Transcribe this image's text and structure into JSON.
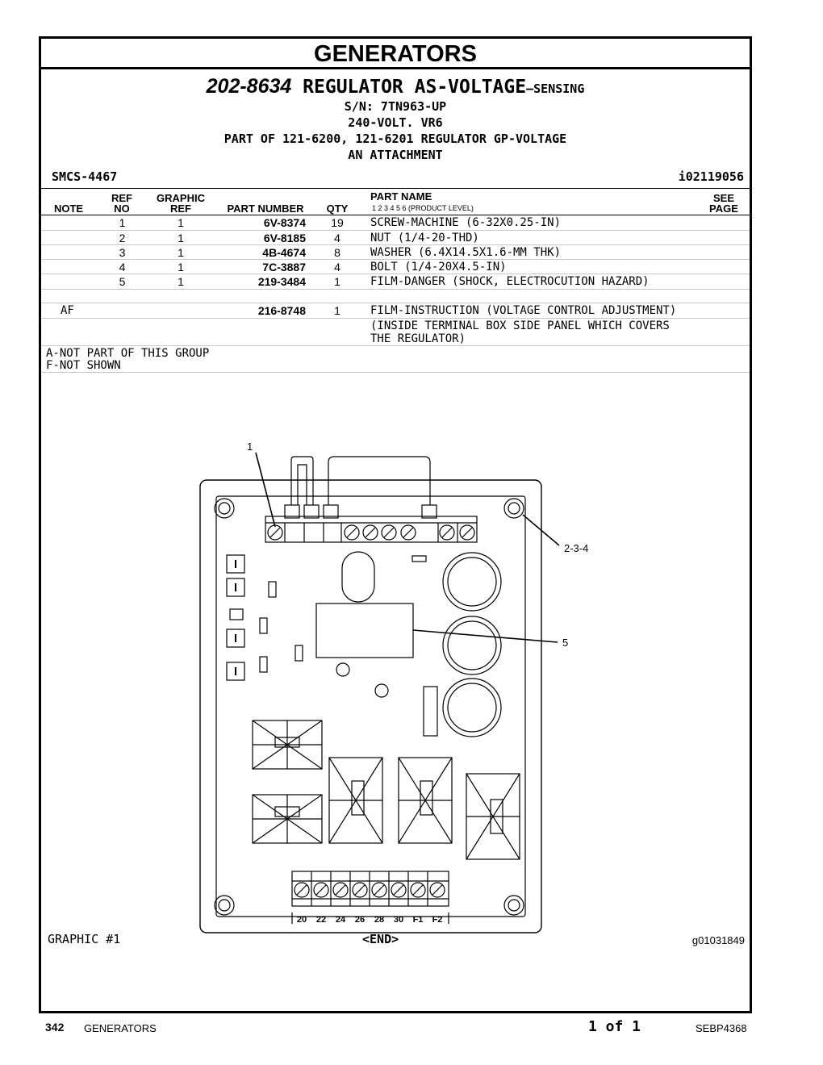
{
  "banner": "GENERATORS",
  "title": {
    "part_number": "202-8634",
    "name": "REGULATOR AS-VOLTAGE",
    "suffix": "—SENSING",
    "serial": "S/N: 7TN963-UP",
    "line3": "240-VOLT. VR6",
    "line4": "PART OF 121-6200, 121-6201 REGULATOR GP-VOLTAGE",
    "line5": "AN ATTACHMENT"
  },
  "smcs": "SMCS-4467",
  "info_id": "i02119056",
  "columns": {
    "note": "NOTE",
    "ref_no_1": "REF",
    "ref_no_2": "NO",
    "graphic_ref_1": "GRAPHIC",
    "graphic_ref_2": "REF",
    "part_number": "PART NUMBER",
    "qty": "QTY",
    "part_name": "PART NAME",
    "product_level": "1    2    3    4    5    6   (PRODUCT LEVEL)",
    "see_page_1": "SEE",
    "see_page_2": "PAGE"
  },
  "rows": [
    {
      "note": "",
      "ref": "1",
      "gref": "1",
      "pn": "6V-8374",
      "qty": "19",
      "name": "SCREW-MACHINE (6-32X0.25-IN)"
    },
    {
      "note": "",
      "ref": "2",
      "gref": "1",
      "pn": "6V-8185",
      "qty": "4",
      "name": "NUT (1/4-20-THD)"
    },
    {
      "note": "",
      "ref": "3",
      "gref": "1",
      "pn": "4B-4674",
      "qty": "8",
      "name": "WASHER (6.4X14.5X1.6-MM THK)"
    },
    {
      "note": "",
      "ref": "4",
      "gref": "1",
      "pn": "7C-3887",
      "qty": "4",
      "name": "BOLT (1/4-20X4.5-IN)"
    },
    {
      "note": "",
      "ref": "5",
      "gref": "1",
      "pn": "219-3484",
      "qty": "1",
      "name": "FILM-DANGER (SHOCK, ELECTROCUTION HAZARD)"
    },
    {
      "note": "AF",
      "ref": "",
      "gref": "",
      "pn": "216-8748",
      "qty": "1",
      "name": "FILM-INSTRUCTION (VOLTAGE CONTROL ADJUSTMENT)",
      "name2": "(INSIDE TERMINAL BOX SIDE PANEL WHICH COVERS",
      "name3": "THE REGULATOR)"
    }
  ],
  "notes": [
    "A-NOT PART OF THIS GROUP",
    "F-NOT SHOWN"
  ],
  "diagram": {
    "callouts": [
      "1",
      "2-3-4",
      "5"
    ],
    "terminal_labels": [
      "20",
      "22",
      "24",
      "26",
      "28",
      "30",
      "F1",
      "F2"
    ]
  },
  "graphic_label": "GRAPHIC #1",
  "end_label": "<END>",
  "graphic_id": "g01031849",
  "footer": {
    "page_number": "342",
    "section": "GENERATORS",
    "page_of": "1 of 1",
    "doc_id": "SEBP4368"
  }
}
